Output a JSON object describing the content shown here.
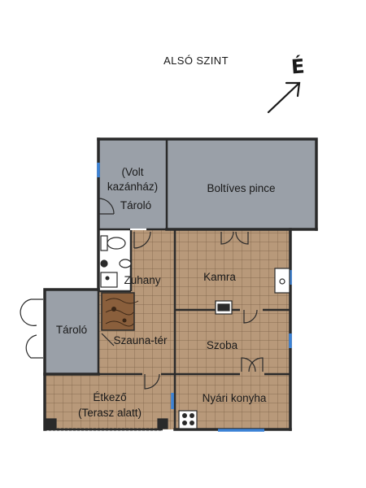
{
  "plan": {
    "title": "ALSÓ SZINT",
    "north_marker": "É",
    "rooms": [
      {
        "id": "volt-kazanhaz-tarolo",
        "lines": [
          "(Volt",
          "kazánház)",
          "Tároló"
        ],
        "fill": "#9aa0a8"
      },
      {
        "id": "boltives-pince",
        "lines": [
          "Boltíves pince"
        ],
        "fill": "#9aa0a8"
      },
      {
        "id": "zuhany",
        "lines": [
          "Zuhany"
        ],
        "fill": "#b8997a"
      },
      {
        "id": "kamra",
        "lines": [
          "Kamra"
        ],
        "fill": "#b8997a"
      },
      {
        "id": "tarolo-west",
        "lines": [
          "Tároló"
        ],
        "fill": "#9aa0a8"
      },
      {
        "id": "szauna-ter",
        "lines": [
          "Szauna-tér"
        ],
        "fill": "#b8997a"
      },
      {
        "id": "szoba",
        "lines": [
          "Szoba"
        ],
        "fill": "#b8997a"
      },
      {
        "id": "etkezo",
        "lines": [
          "Étkező",
          "(Terasz alatt)"
        ],
        "fill": "#b8997a"
      },
      {
        "id": "nyari-konyha",
        "lines": [
          "Nyári konyha"
        ],
        "fill": "#b8997a"
      }
    ],
    "colors": {
      "wall": "#2a2a2a",
      "wood_floor": "#b8997a",
      "concrete": "#9aa0a8",
      "window": "#3b82d6",
      "grid": "#7a5e44"
    }
  }
}
